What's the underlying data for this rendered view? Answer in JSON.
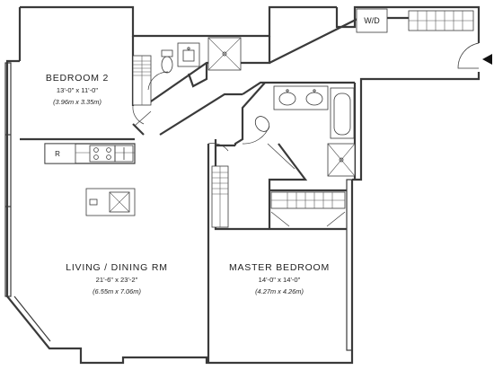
{
  "rooms": {
    "bedroom2": {
      "name": "BEDROOM 2",
      "dims": "13'-0\" x 11'-0\"",
      "metric": "(3.96m x 3.35m)"
    },
    "living": {
      "name": "LIVING / DINING RM",
      "dims": "21'-6\" x 23'-2\"",
      "metric": "(6.55m x 7.06m)"
    },
    "master": {
      "name": "MASTER BEDROOM",
      "dims": "14'-0\" x 14'-0\"",
      "metric": "(4.27m x 4.26m)"
    }
  },
  "labels": {
    "refrigerator": "R",
    "washer_dryer": "W/D"
  },
  "icons": {
    "entry_arrow": "entry-arrow-icon"
  }
}
